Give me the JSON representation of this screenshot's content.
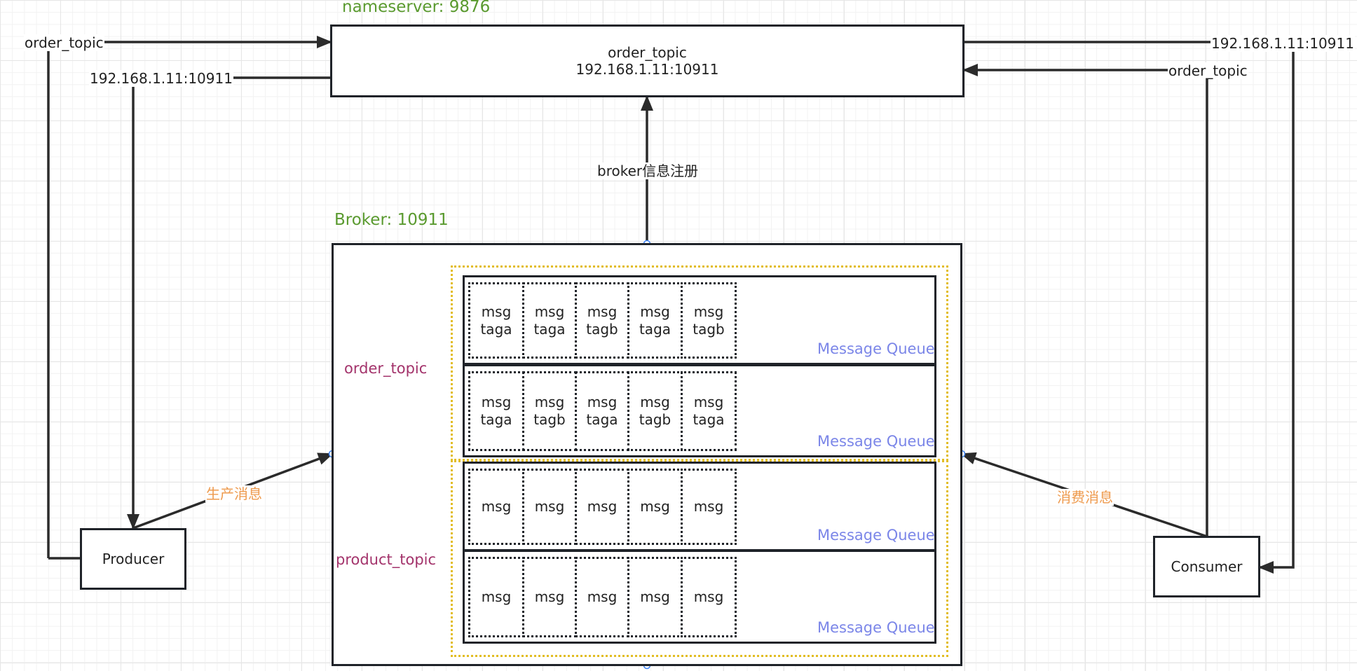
{
  "nameserver": {
    "title": "nameserver: 9876",
    "line1": "order_topic",
    "line2": "192.168.1.11:10911"
  },
  "broker": {
    "title": "Broker: 10911",
    "register_label": "broker信息注册",
    "topics": [
      {
        "name": "order_topic",
        "queues": [
          {
            "label": "Message Queue",
            "messages": [
              [
                "msg",
                "taga"
              ],
              [
                "msg",
                "taga"
              ],
              [
                "msg",
                "tagb"
              ],
              [
                "msg",
                "taga"
              ],
              [
                "msg",
                "tagb"
              ]
            ]
          },
          {
            "label": "Message Queue",
            "messages": [
              [
                "msg",
                "taga"
              ],
              [
                "msg",
                "tagb"
              ],
              [
                "msg",
                "taga"
              ],
              [
                "msg",
                "tagb"
              ],
              [
                "msg",
                "taga"
              ]
            ]
          }
        ]
      },
      {
        "name": "product_topic",
        "queues": [
          {
            "label": "Message Queue",
            "messages": [
              [
                "msg"
              ],
              [
                "msg"
              ],
              [
                "msg"
              ],
              [
                "msg"
              ],
              [
                "msg"
              ]
            ]
          },
          {
            "label": "Message Queue",
            "messages": [
              [
                "msg"
              ],
              [
                "msg"
              ],
              [
                "msg"
              ],
              [
                "msg"
              ],
              [
                "msg"
              ]
            ]
          }
        ]
      }
    ]
  },
  "producer": {
    "label": "Producer",
    "query_topic": "order_topic",
    "reply_address": "192.168.1.11:10911",
    "send_label": "生产消息"
  },
  "consumer": {
    "label": "Consumer",
    "query_topic": "order_topic",
    "reply_address": "192.168.1.11:10911",
    "consume_label": "消费消息"
  },
  "colors": {
    "title_green": "#5a9a2f",
    "topic_purple": "#a3336b",
    "action_orange": "#ee9a4d",
    "queue_blue": "#7b86e8",
    "group_yellow": "#e2bd24",
    "stroke": "#1f2329"
  }
}
